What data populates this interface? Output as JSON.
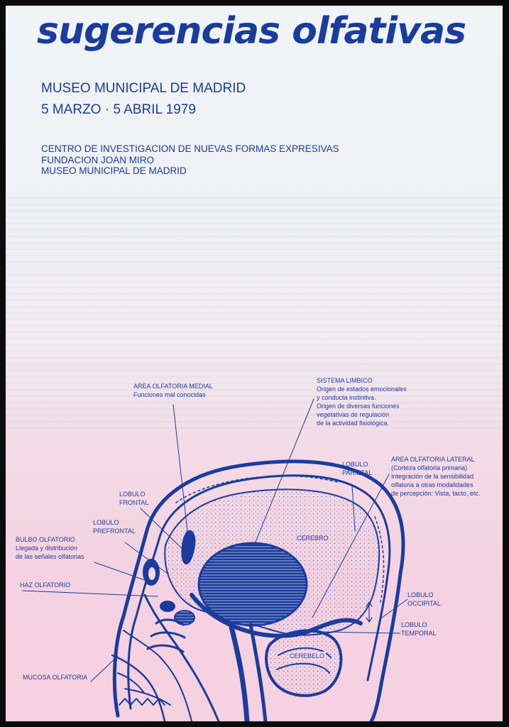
{
  "poster": {
    "title": "sugerencias olfativas",
    "venue": "MUSEO MUNICIPAL DE MADRID",
    "dates": "5 MARZO · 5 ABRIL 1979",
    "organizers": [
      "CENTRO DE INVESTIGACION DE NUEVAS FORMAS EXPRESIVAS",
      "FUNDACION JOAN MIRO",
      "MUSEO MUNICIPAL DE MADRID"
    ],
    "imprint": "..."
  },
  "diagram": {
    "ink_color": "#1a3c9e",
    "labels": {
      "area_olfatoria_medial": {
        "title": "AREA OLFATORIA MEDIAL",
        "text": [
          "Funciones mal conocidas"
        ]
      },
      "sistema_limbico": {
        "title": "SISTEMA LIMBICO",
        "text": [
          "Origen de estados emocionales",
          "y conducta instintiva.",
          "Origen de diversas funciones",
          "vegetativas de regulación",
          "de la actividad fisiológica."
        ]
      },
      "lobulo_parietal": {
        "title": "LOBULO",
        "text": [
          "PARIETAL"
        ]
      },
      "area_olfatoria_lateral": {
        "title": "AREA OLFATORIA LATERAL",
        "text": [
          "(Corteza olfatoria primaria)",
          "Integración de la sensibilidad",
          "olfatoria a otras modalidades",
          "de percepción: Vista, tacto, etc."
        ]
      },
      "lobulo_frontal": {
        "title": "LOBULO",
        "text": [
          "FRONTAL"
        ]
      },
      "lobulo_prefrontal": {
        "title": "LOBULO",
        "text": [
          "PREFRONTAL"
        ]
      },
      "bulbo_olfatorio": {
        "title": "BULBO OLFATORIO",
        "text": [
          "Llegada y distribución",
          "de las señales olfatorias"
        ]
      },
      "cerebro": {
        "title": "CEREBRO"
      },
      "haz_olfatorio": {
        "title": "HAZ OLFATORIO"
      },
      "lobulo_occipital": {
        "title": "LOBULO",
        "text": [
          "OCCIPITAL"
        ]
      },
      "lobulo_temporal": {
        "title": "LOBULO",
        "text": [
          "TEMPORAL"
        ]
      },
      "cerebelo": {
        "title": "CEREBELO"
      },
      "mucosa_olfatoria": {
        "title": "MUCOSA OLFATORIA"
      }
    }
  }
}
